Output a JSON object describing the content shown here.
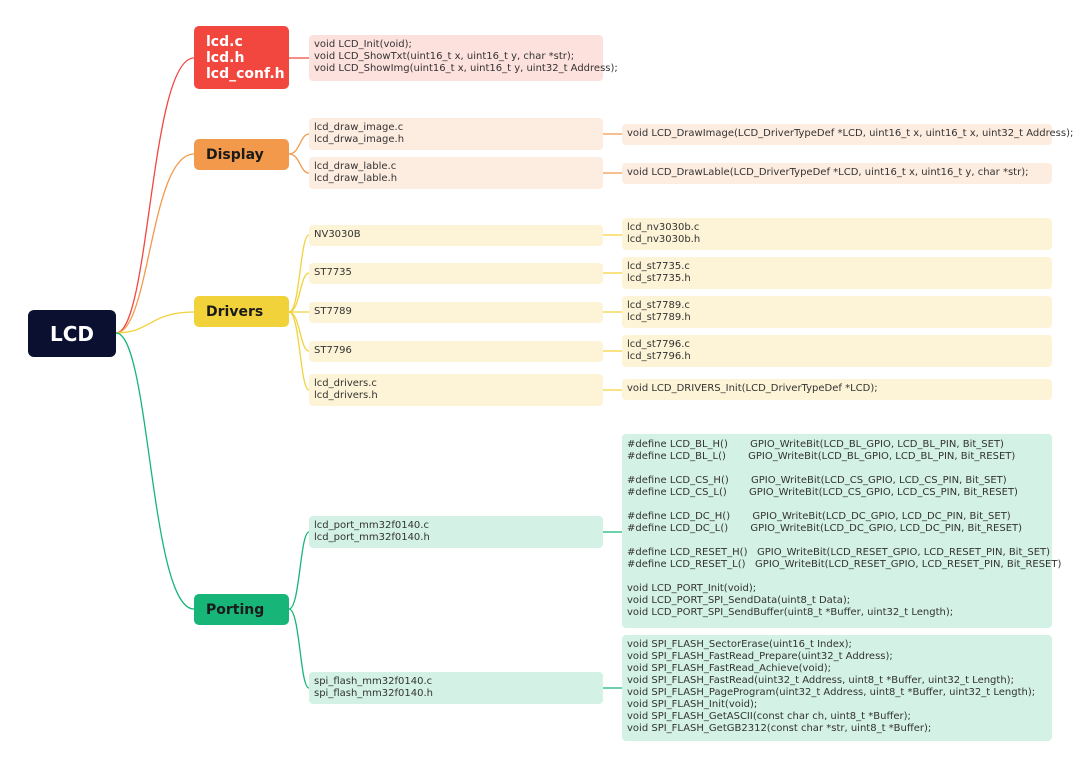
{
  "root": {
    "label": "LCD"
  },
  "lcd_branch": {
    "files": [
      "lcd.c",
      "lcd.h",
      "lcd_conf.h"
    ],
    "functions": "void LCD_Init(void);\nvoid LCD_ShowTxt(uint16_t x, uint16_t y, char *str);\nvoid LCD_ShowImg(uint16_t x, uint16_t y, uint32_t Address);"
  },
  "display_branch": {
    "label": "Display",
    "image_files": "lcd_draw_image.c\nlcd_drwa_image.h",
    "image_func": "void LCD_DrawImage(LCD_DriverTypeDef *LCD, uint16_t x, uint16_t x, uint32_t Address);",
    "lable_files": "lcd_draw_lable.c\nlcd_draw_lable.h",
    "lable_func": "void LCD_DrawLable(LCD_DriverTypeDef *LCD, uint16_t x, uint16_t y, char *str);"
  },
  "drivers_branch": {
    "label": "Drivers",
    "items": [
      {
        "chip": "NV3030B",
        "files": "lcd_nv3030b.c\nlcd_nv3030b.h"
      },
      {
        "chip": "ST7735",
        "files": "lcd_st7735.c\nlcd_st7735.h"
      },
      {
        "chip": "ST7789",
        "files": "lcd_st7789.c\nlcd_st7789.h"
      },
      {
        "chip": "ST7796",
        "files": "lcd_st7796.c\nlcd_st7796.h"
      }
    ],
    "common_files": "lcd_drivers.c\nlcd_drivers.h",
    "common_func": "void LCD_DRIVERS_Init(LCD_DriverTypeDef *LCD);"
  },
  "porting_branch": {
    "label": "Porting",
    "port_files": "lcd_port_mm32f0140.c\nlcd_port_mm32f0140.h",
    "port_code": "#define LCD_BL_H()       GPIO_WriteBit(LCD_BL_GPIO, LCD_BL_PIN, Bit_SET)\n#define LCD_BL_L()       GPIO_WriteBit(LCD_BL_GPIO, LCD_BL_PIN, Bit_RESET)\n\n#define LCD_CS_H()       GPIO_WriteBit(LCD_CS_GPIO, LCD_CS_PIN, Bit_SET)\n#define LCD_CS_L()       GPIO_WriteBit(LCD_CS_GPIO, LCD_CS_PIN, Bit_RESET)\n\n#define LCD_DC_H()       GPIO_WriteBit(LCD_DC_GPIO, LCD_DC_PIN, Bit_SET)\n#define LCD_DC_L()       GPIO_WriteBit(LCD_DC_GPIO, LCD_DC_PIN, Bit_RESET)\n\n#define LCD_RESET_H()   GPIO_WriteBit(LCD_RESET_GPIO, LCD_RESET_PIN, Bit_SET)\n#define LCD_RESET_L()   GPIO_WriteBit(LCD_RESET_GPIO, LCD_RESET_PIN, Bit_RESET)\n\nvoid LCD_PORT_Init(void);\nvoid LCD_PORT_SPI_SendData(uint8_t Data);\nvoid LCD_PORT_SPI_SendBuffer(uint8_t *Buffer, uint32_t Length);",
    "flash_files": "spi_flash_mm32f0140.c\nspi_flash_mm32f0140.h",
    "flash_code": "void SPI_FLASH_SectorErase(uint16_t Index);\nvoid SPI_FLASH_FastRead_Prepare(uint32_t Address);\nvoid SPI_FLASH_FastRead_Achieve(void);\nvoid SPI_FLASH_FastRead(uint32_t Address, uint8_t *Buffer, uint32_t Length);\nvoid SPI_FLASH_PageProgram(uint32_t Address, uint8_t *Buffer, uint32_t Length);\nvoid SPI_FLASH_Init(void);\nvoid SPI_FLASH_GetASCII(const char ch, uint8_t *Buffer);\nvoid SPI_FLASH_GetGB2312(const char *str, uint8_t *Buffer);"
  },
  "colors": {
    "lcd": "#f2473f",
    "display": "#f3994b",
    "drivers": "#f2d23a",
    "porting": "#17b578",
    "root": "#0b1030"
  }
}
